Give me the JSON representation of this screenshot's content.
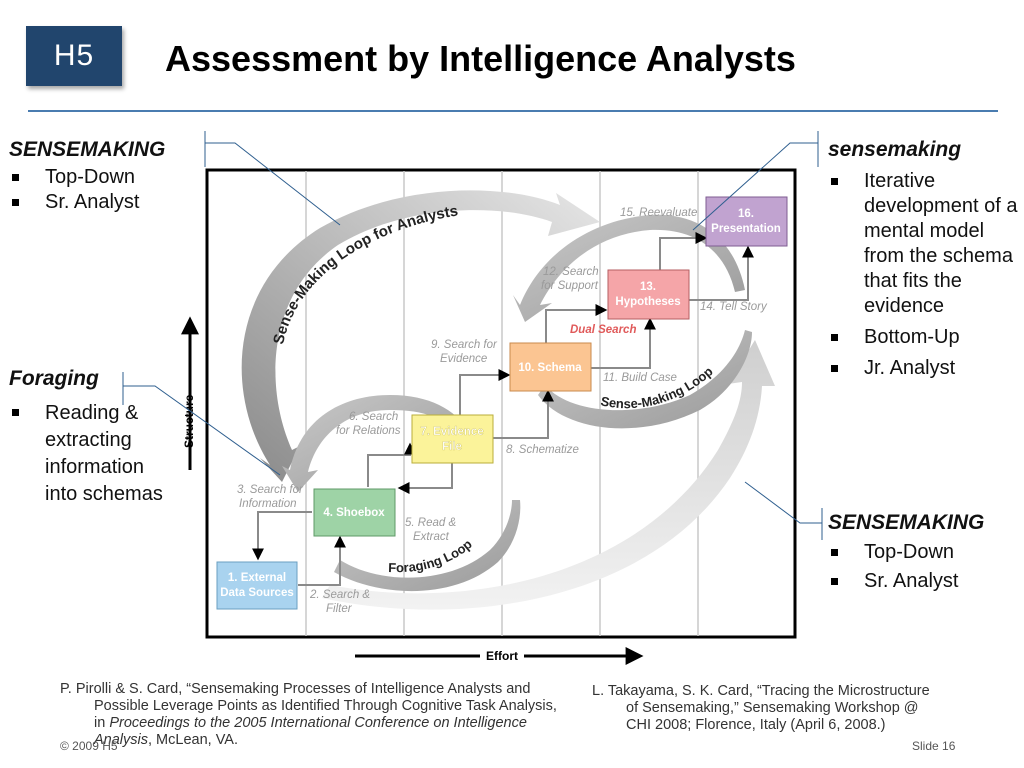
{
  "logo": "H5",
  "title": "Assessment by Intelligence Analysts",
  "left_top": {
    "heading": "SENSEMAKING",
    "items": [
      "Top-Down",
      "Sr. Analyst"
    ]
  },
  "left_mid": {
    "heading": "Foraging",
    "items": [
      "Reading & extracting information into schemas"
    ]
  },
  "right_top": {
    "heading": "sensemaking",
    "items": [
      "Iterative development of a mental model from the schema that fits the evidence",
      "Bottom-Up",
      "Jr. Analyst"
    ]
  },
  "right_bottom": {
    "heading": "SENSEMAKING",
    "items": [
      "Top-Down",
      "Sr. Analyst"
    ]
  },
  "diagram": {
    "big_loop_label": "Sense-Making Loop for Analysts",
    "sense_loop_label": "Sense-Making Loop",
    "foraging_loop_label": "Foraging Loop",
    "y_axis": "Structure",
    "x_axis": "Effort",
    "boxes": {
      "b1_line1": "1. External",
      "b1_line2": "Data Sources",
      "b4": "4. Shoebox",
      "b7_line1": "7. Evidence",
      "b7_line2": "File",
      "b10": "10. Schema",
      "b13_line1": "13.",
      "b13_line2": "Hypotheses",
      "b16_line1": "16.",
      "b16_line2": "Presentation"
    },
    "steps": {
      "s2_line1": "2. Search &",
      "s2_line2": "Filter",
      "s3_line1": "3. Search for",
      "s3_line2": "Information",
      "s5_line1": "5. Read &",
      "s5_line2": "Extract",
      "s6_line1": "6. Search",
      "s6_line2": "for Relations",
      "s8": "8. Schematize",
      "s9_line1": "9. Search for",
      "s9_line2": "Evidence",
      "s11": "11. Build Case",
      "s12_line1": "12. Search",
      "s12_line2": "for Support",
      "s14": "14. Tell Story",
      "s15": "15. Reevaluate",
      "dual": "Dual Search"
    }
  },
  "ref_left": {
    "before": "P. Pirolli & S. Card, “Sensemaking Processes of Intelligence Analysts and Possible Leverage Points as Identified Through Cognitive Task Analysis, in ",
    "italic": "Proceedings to the 2005 International Conference on Intelligence Analysis",
    "after": ", McLean, VA."
  },
  "ref_right": "L. Takayama, S. K. Card, “Tracing the Microstructure of Sensemaking,” Sensemaking Workshop @ CHI 2008; Florence, Italy (April 6, 2008.)",
  "copyright": "© 2009 H5",
  "slide_number": "Slide 16",
  "colors": {
    "logo_bg": "#21456d",
    "rule": "#4a7cb0",
    "box_blue": "#a9d3ef",
    "box_green": "#9ed3a6",
    "box_yellow": "#fbf39a",
    "box_orange": "#fbc592",
    "box_pink": "#f5a5a8",
    "box_purple": "#c1a3d0",
    "dual_search": "#e05a5a"
  }
}
